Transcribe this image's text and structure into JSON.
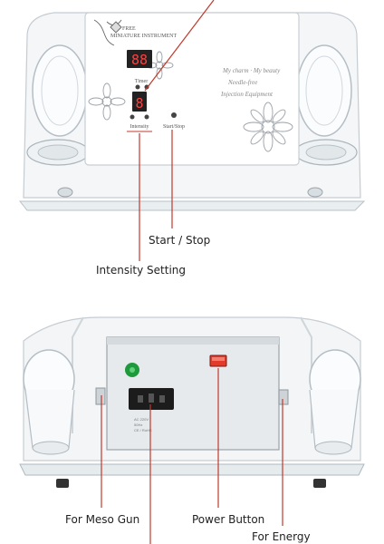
{
  "front": {
    "brand_line1": "FREE",
    "brand_line2": "MINIATURE INSTRUMENT",
    "timer_display": "88",
    "timer_label": "Timer",
    "intensity_display": "8",
    "intensity_label": "Intensity",
    "start_label": "Start/Stop",
    "tagline": [
      "My charm · My beauty",
      "Needle-free",
      "Injection Equipment"
    ]
  },
  "back": {
    "plug_label_lines": [
      "AC 220V",
      "50Hz",
      "CE / RoHS"
    ]
  },
  "callouts": {
    "start_stop": "Start / Stop",
    "intensity_setting": "Intensity Setting",
    "meso_gun": "For Meso Gun",
    "power_button": "Power Button",
    "energy": "For Energy"
  },
  "colors": {
    "callout_line": "#c0392b",
    "power_switch": "#e23b2a",
    "status_led": "#1e9a3c",
    "display_bg": "#222222",
    "display_digit": "#ff4040"
  }
}
